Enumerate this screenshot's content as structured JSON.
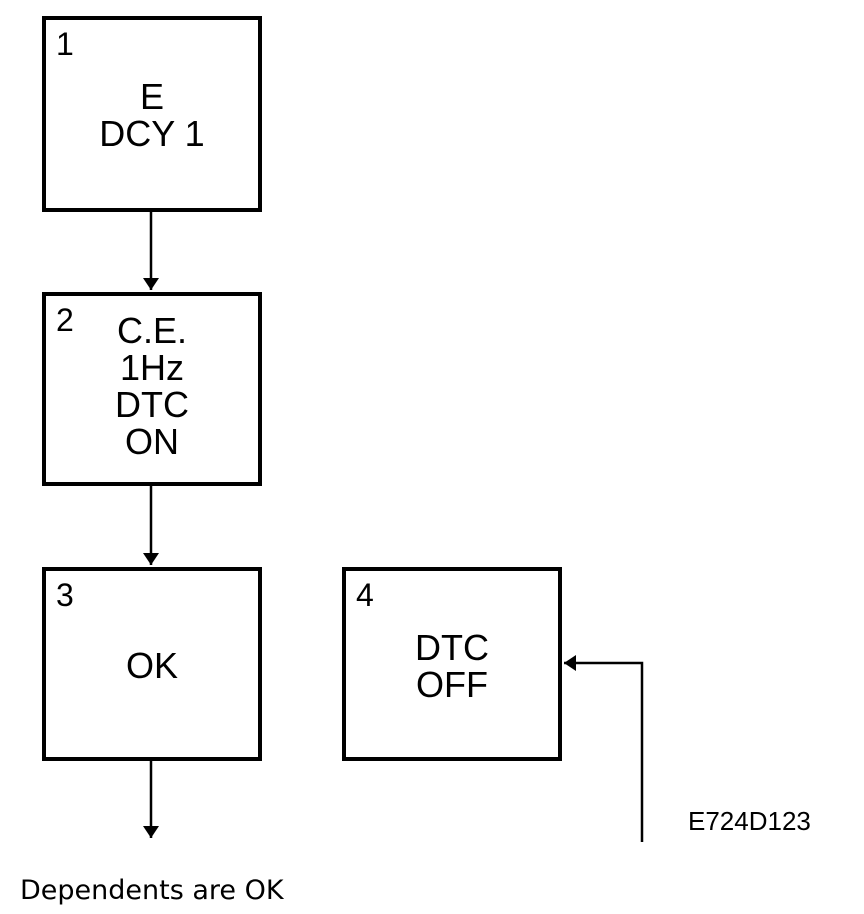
{
  "boxes": [
    {
      "number": "1",
      "lines": [
        "E",
        "DCY 1"
      ]
    },
    {
      "number": "2",
      "lines": [
        "C.E.",
        "1Hz",
        "DTC",
        "ON"
      ]
    },
    {
      "number": "3",
      "lines": [
        "OK"
      ]
    },
    {
      "number": "4",
      "lines": [
        "DTC",
        "OFF"
      ]
    }
  ],
  "figure_id": "E724D123",
  "footer_note": "Dependents are OK"
}
